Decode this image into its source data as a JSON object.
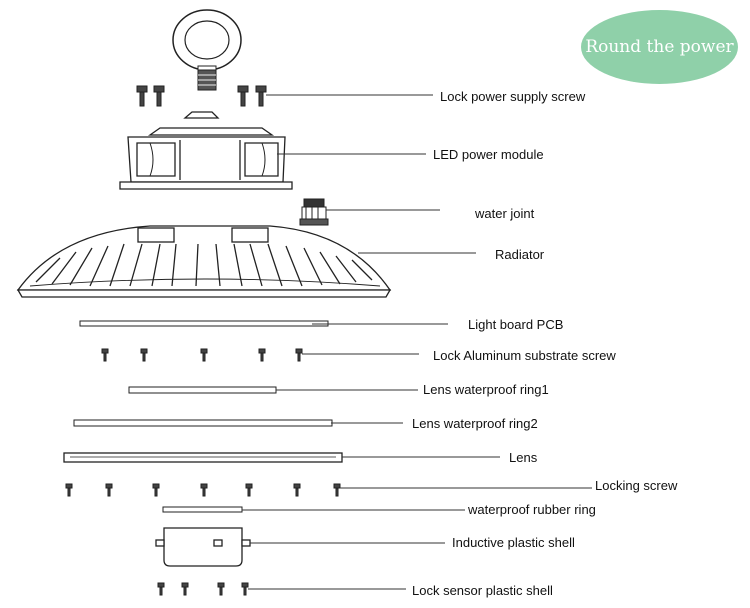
{
  "badge": {
    "text": "Round the power",
    "color": "#8fd0a9"
  },
  "parts": [
    {
      "id": "lock-power-supply-screw",
      "label": "Lock power supply screw"
    },
    {
      "id": "led-power-module",
      "label": "LED power module"
    },
    {
      "id": "water-joint",
      "label": "water joint"
    },
    {
      "id": "radiator",
      "label": "Radiator"
    },
    {
      "id": "light-board-pcb",
      "label": "Light board PCB"
    },
    {
      "id": "lock-aluminum-substrate-screw",
      "label": "Lock Aluminum substrate screw"
    },
    {
      "id": "lens-waterproof-ring1",
      "label": "Lens waterproof ring1"
    },
    {
      "id": "lens-waterproof-ring2",
      "label": "Lens waterproof ring2"
    },
    {
      "id": "lens",
      "label": "Lens"
    },
    {
      "id": "locking-screw",
      "label": "Locking screw"
    },
    {
      "id": "waterproof-rubber-ring",
      "label": "waterproof rubber ring"
    },
    {
      "id": "inductive-plastic-shell",
      "label": "Inductive plastic shell"
    },
    {
      "id": "lock-sensor-plastic-shell",
      "label": "Lock sensor plastic shell"
    }
  ]
}
